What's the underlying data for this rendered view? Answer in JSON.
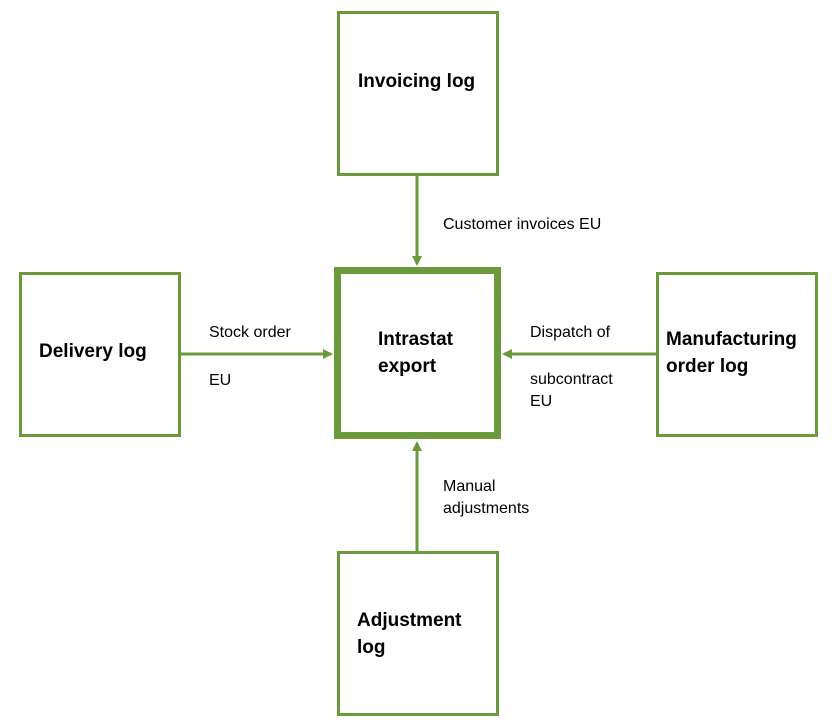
{
  "diagram": {
    "accent_color": "#6a9a3c",
    "nodes": {
      "invoicing": {
        "label": "Invoicing log"
      },
      "delivery": {
        "label": "Delivery log"
      },
      "intrastat": {
        "label": "Intrastat\nexport"
      },
      "manufacturing": {
        "label": "Manufacturing\norder log"
      },
      "adjustment": {
        "label": "Adjustment\nlog"
      }
    },
    "edges": {
      "invoicing_to_intrastat": {
        "label": "Customer invoices EU"
      },
      "delivery_to_intrastat": {
        "label_top": "Stock order",
        "label_bottom": "EU"
      },
      "manufacturing_to_intrastat": {
        "label_top": "Dispatch of",
        "label_bottom": "subcontract\nEU"
      },
      "adjustment_to_intrastat": {
        "label": "Manual\nadjustments"
      }
    }
  }
}
